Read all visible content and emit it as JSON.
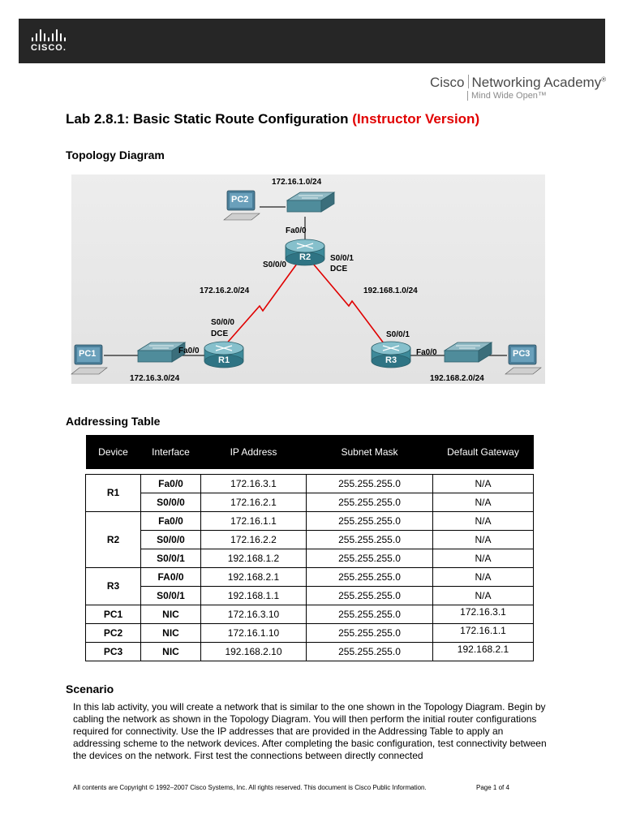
{
  "header": {
    "logo_text": "CISCO.",
    "academy_name_left": "Cisco",
    "academy_name_right": "Networking Academy",
    "academy_reg": "®",
    "academy_tagline": "Mind Wide Open™"
  },
  "title": {
    "main": "Lab 2.8.1: Basic Static Route Configuration",
    "suffix": "(Instructor Version)",
    "suffix_color": "#e10000"
  },
  "topology": {
    "heading": "Topology Diagram",
    "labels": {
      "r2_lan": "172.16.1.0/24",
      "r2_fa": "Fa0/0",
      "r2_s000": "S0/0/0",
      "r2_s001": "S0/0/1",
      "r2_dce": "DCE",
      "link_r1r2": "172.16.2.0/24",
      "link_r2r3": "192.168.1.0/24",
      "r1_s000": "S0/0/0",
      "r1_dce": "DCE",
      "r1_fa": "Fa0/0",
      "r1_lan": "172.16.3.0/24",
      "r3_s001": "S0/0/1",
      "r3_fa": "Fa0/0",
      "r3_lan": "192.168.2.0/24"
    },
    "devices": {
      "pc1": "PC1",
      "pc2": "PC2",
      "pc3": "PC3",
      "r1": "R1",
      "r2": "R2",
      "r3": "R3"
    },
    "colors": {
      "serial_link": "#e00000",
      "router": "#3e8a9a",
      "switch": "#4f8c9b",
      "pc": "#4b7f9a"
    }
  },
  "addressing": {
    "heading": "Addressing Table",
    "columns": [
      "Device",
      "Interface",
      "IP Address",
      "Subnet Mask",
      "Default Gateway"
    ],
    "rows": [
      {
        "device": "R1",
        "interface": "Fa0/0",
        "ip": "172.16.3.1",
        "mask": "255.255.255.0",
        "gateway": "N/A"
      },
      {
        "device": "",
        "interface": "S0/0/0",
        "ip": "172.16.2.1",
        "mask": "255.255.255.0",
        "gateway": "N/A"
      },
      {
        "device": "R2",
        "interface": "Fa0/0",
        "ip": "172.16.1.1",
        "mask": "255.255.255.0",
        "gateway": "N/A"
      },
      {
        "device": "",
        "interface": "S0/0/0",
        "ip": "172.16.2.2",
        "mask": "255.255.255.0",
        "gateway": "N/A"
      },
      {
        "device": "",
        "interface": "S0/0/1",
        "ip": "192.168.1.2",
        "mask": "255.255.255.0",
        "gateway": "N/A"
      },
      {
        "device": "R3",
        "interface": "FA0/0",
        "ip": "192.168.2.1",
        "mask": "255.255.255.0",
        "gateway": "N/A"
      },
      {
        "device": "",
        "interface": "S0/0/1",
        "ip": "192.168.1.1",
        "mask": "255.255.255.0",
        "gateway": "N/A"
      },
      {
        "device": "PC1",
        "interface": "NIC",
        "ip": "172.16.3.10",
        "mask": "255.255.255.0",
        "gateway": "172.16.3.1"
      },
      {
        "device": "PC2",
        "interface": "NIC",
        "ip": "172.16.1.10",
        "mask": "255.255.255.0",
        "gateway": "172.16.1.1"
      },
      {
        "device": "PC3",
        "interface": "NIC",
        "ip": "192.168.2.10",
        "mask": "255.255.255.0",
        "gateway": "192.168.2.1"
      }
    ]
  },
  "scenario": {
    "heading": "Scenario",
    "text": "In this lab activity, you will create a network that is similar to the one shown in the Topology Diagram. Begin by cabling the network as shown in the Topology Diagram. You will then perform the initial router configurations required for connectivity. Use the IP addresses that are provided in the Addressing Table to apply an addressing scheme to the network devices. After completing the basic configuration, test connectivity between the devices on the network. First test the connections between directly connected"
  },
  "footer": {
    "copyright": "All contents are Copyright © 1992–2007 Cisco Systems, Inc. All rights reserved. This document is Cisco Public Information.",
    "page": "Page 1 of 4"
  }
}
